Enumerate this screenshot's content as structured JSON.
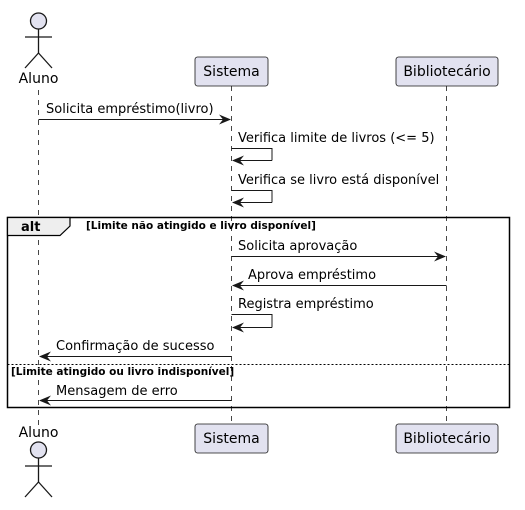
{
  "colors": {
    "participant_fill": "#e2e2f0",
    "participant_stroke": "#181818",
    "line": "#181818",
    "lifeline": "#181818",
    "frame": "#000000",
    "label_fill": "#eeeeee"
  },
  "participants": {
    "aluno": "Aluno",
    "sistema": "Sistema",
    "bibliotecario": "Bibliotecário"
  },
  "messages": {
    "m1": "Solicita empréstimo(livro)",
    "m2": "Verifica limite de livros (<= 5)",
    "m3": "Verifica se livro está disponível",
    "m4": "Solicita aprovação",
    "m5": "Aprova empréstimo",
    "m6": "Registra empréstimo",
    "m7": "Confirmação de sucesso",
    "m8": "Mensagem de erro"
  },
  "alt_fragment": {
    "keyword": "alt",
    "guard_1": "[Limite não atingido e livro disponível]",
    "guard_2": "[Limite atingido ou livro indisponível]"
  }
}
